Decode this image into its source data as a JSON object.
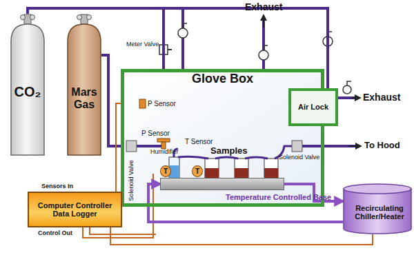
{
  "diagram": {
    "nodes": [
      {
        "text": [
          "CO₂"
        ]
      },
      {
        "text": [
          "Mars Gas"
        ]
      },
      {
        "text": [
          "Glove Box"
        ]
      },
      {
        "text": [
          "Air Lock"
        ]
      },
      {
        "text": [
          "Computer Controller Data Logger"
        ]
      },
      {
        "text": [
          "Recirculating Chiller/Heater"
        ]
      },
      {
        "text": [
          "Temperature Controlled Base"
        ],
        "in": 2
      },
      {
        "text": [
          "T"
        ],
        "in": 2
      },
      {
        "text": [
          "T"
        ],
        "in": 2
      }
    ],
    "edges": [
      {
        "from": 0,
        "to": 2,
        "arrow": "none"
      },
      {
        "from": 0,
        "to": 3,
        "arrow": "none"
      },
      {
        "from": 1,
        "to": 2,
        "arrow": "none"
      },
      {
        "from": 4,
        "to": 2,
        "arrow": "none"
      },
      {
        "from": 4,
        "to": 5,
        "arrow": "none"
      },
      {
        "from": 6,
        "to": 5,
        "arrow": "to"
      },
      {
        "from": 5,
        "to": 6,
        "arrow": "to"
      }
    ],
    "labels": [
      "Exhaust",
      "Exhaust",
      "Meter Valve",
      "P Sensor",
      "P Sensor",
      "Humidifier",
      "T Sensor",
      "Samples",
      "Solenoid Valve",
      "Solenoid Valve",
      "To Hood",
      "Sensors In",
      "Control Out"
    ]
  }
}
